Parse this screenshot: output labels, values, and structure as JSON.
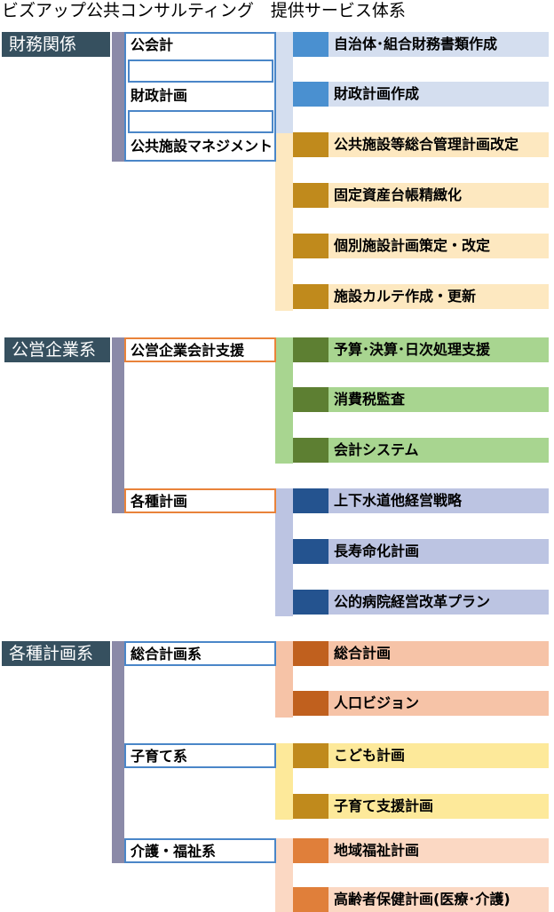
{
  "title": "ビズアップ公共コンサルティング　提供サービス体系",
  "colors": {
    "category_bg": "#36505f",
    "spine": "#8b8aa8",
    "blue_dark": "#4a90d0",
    "blue_light": "#d4deef",
    "gold_dark": "#c08a1c",
    "gold_light": "#fde8c0",
    "green_dark": "#5d7f32",
    "green_light": "#a8d590",
    "navy_dark": "#24538f",
    "navy_light": "#bcc4e2",
    "rust_dark": "#c0601e",
    "rust_light": "#f6c3a7",
    "yellow_light": "#fde99a",
    "orange_dark": "#e07f3a",
    "orange_light": "#fbd8c3"
  },
  "sections": [
    {
      "category": "財務関係",
      "subs": [
        "公会計",
        "",
        "財政計画",
        "",
        "公共施設マネジメント"
      ],
      "items": [
        "自治体･組合財務書類作成",
        "財政計画作成",
        "公共施設等総合管理計画改定",
        "固定資産台帳精緻化",
        "個別施設計画策定・改定",
        "施設カルテ作成・更新"
      ]
    },
    {
      "category": "公営企業系",
      "subs": [
        "公営企業会計支援",
        "各種計画"
      ],
      "items": [
        "予算･決算･日次処理支援",
        "消費税監査",
        "会計システム",
        "上下水道他経営戦略",
        "長寿命化計画",
        "公的病院経営改革プラン"
      ]
    },
    {
      "category": "各種計画系",
      "subs": [
        "総合計画系",
        "子育て系",
        "介護・福祉系"
      ],
      "items": [
        "総合計画",
        "人口ビジョン",
        "こども計画",
        "子育て支援計画",
        "地域福祉計画",
        "高齢者保健計画(医療･介護)"
      ]
    }
  ]
}
